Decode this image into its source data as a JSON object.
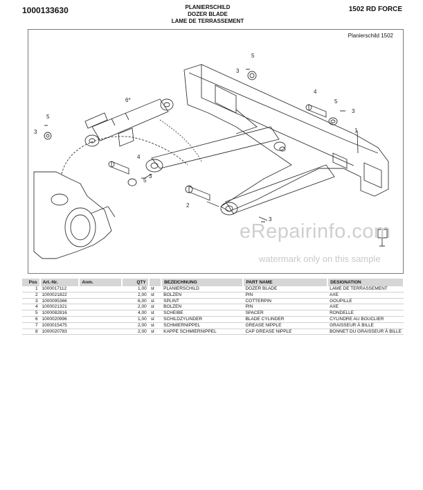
{
  "header": {
    "doc_number": "1000133630",
    "title_de": "PLANIERSCHILD",
    "title_en": "DOZER BLADE",
    "title_fr": "LAME DE TERRASSEMENT",
    "model": "1502 RD FORCE"
  },
  "drawing": {
    "caption": "Planierschild 1502",
    "callouts": [
      "1",
      "2",
      "3",
      "4",
      "5",
      "6*"
    ]
  },
  "watermark": {
    "brand": "eRepairinfo.com",
    "note": "watermark only on this sample"
  },
  "table": {
    "headers": [
      "Pos",
      "Art.-Nr.",
      "Anm.",
      "QTY",
      "BEZEICHNUNG",
      "PART NAME",
      "DESIGNATION"
    ],
    "rows": [
      {
        "pos": "1",
        "art": "1000017112",
        "anm": "",
        "qty": "1,00",
        "unit": "st",
        "bez": "PLANIERSCHILD",
        "part": "DOZER BLADE",
        "des": "LAME DE TERRASSEMENT"
      },
      {
        "pos": "2",
        "art": "1000021822",
        "anm": "",
        "qty": "2,00",
        "unit": "st",
        "bez": "BOLZEN",
        "part": "PIN",
        "des": "AXE"
      },
      {
        "pos": "3",
        "art": "1000095366",
        "anm": "",
        "qty": "6,00",
        "unit": "st",
        "bez": "SPLINT",
        "part": "COTTERPIN",
        "des": "GOUPILLE"
      },
      {
        "pos": "4",
        "art": "1000021321",
        "anm": "",
        "qty": "2,00",
        "unit": "st",
        "bez": "BOLZEN",
        "part": "PIN",
        "des": "AXE"
      },
      {
        "pos": "5",
        "art": "1000082816",
        "anm": "",
        "qty": "4,00",
        "unit": "st",
        "bez": "SCHEIBE",
        "part": "SPACER",
        "des": "RONDELLE"
      },
      {
        "pos": "6",
        "art": "1000020996",
        "anm": "",
        "qty": "1,00",
        "unit": "st",
        "bez": "SCHILDZYLINDER",
        "part": "BLADE CYLINDER",
        "des": "CYLINDRE AU BOUCLIER"
      },
      {
        "pos": "7",
        "art": "1000015475",
        "anm": "",
        "qty": "2,00",
        "unit": "st",
        "bez": "SCHMIERNIPPEL",
        "part": "GREASE NIPPLE",
        "des": "GRAISSEUR À BILLE"
      },
      {
        "pos": "8",
        "art": "1000020783",
        "anm": "",
        "qty": "2,00",
        "unit": "st",
        "bez": "KAPPE SCHMIERNIPPEL",
        "part": "CAP GREASE NIPPLE",
        "des": "BONNET DU GRAISSEUR À BILLE"
      }
    ]
  }
}
